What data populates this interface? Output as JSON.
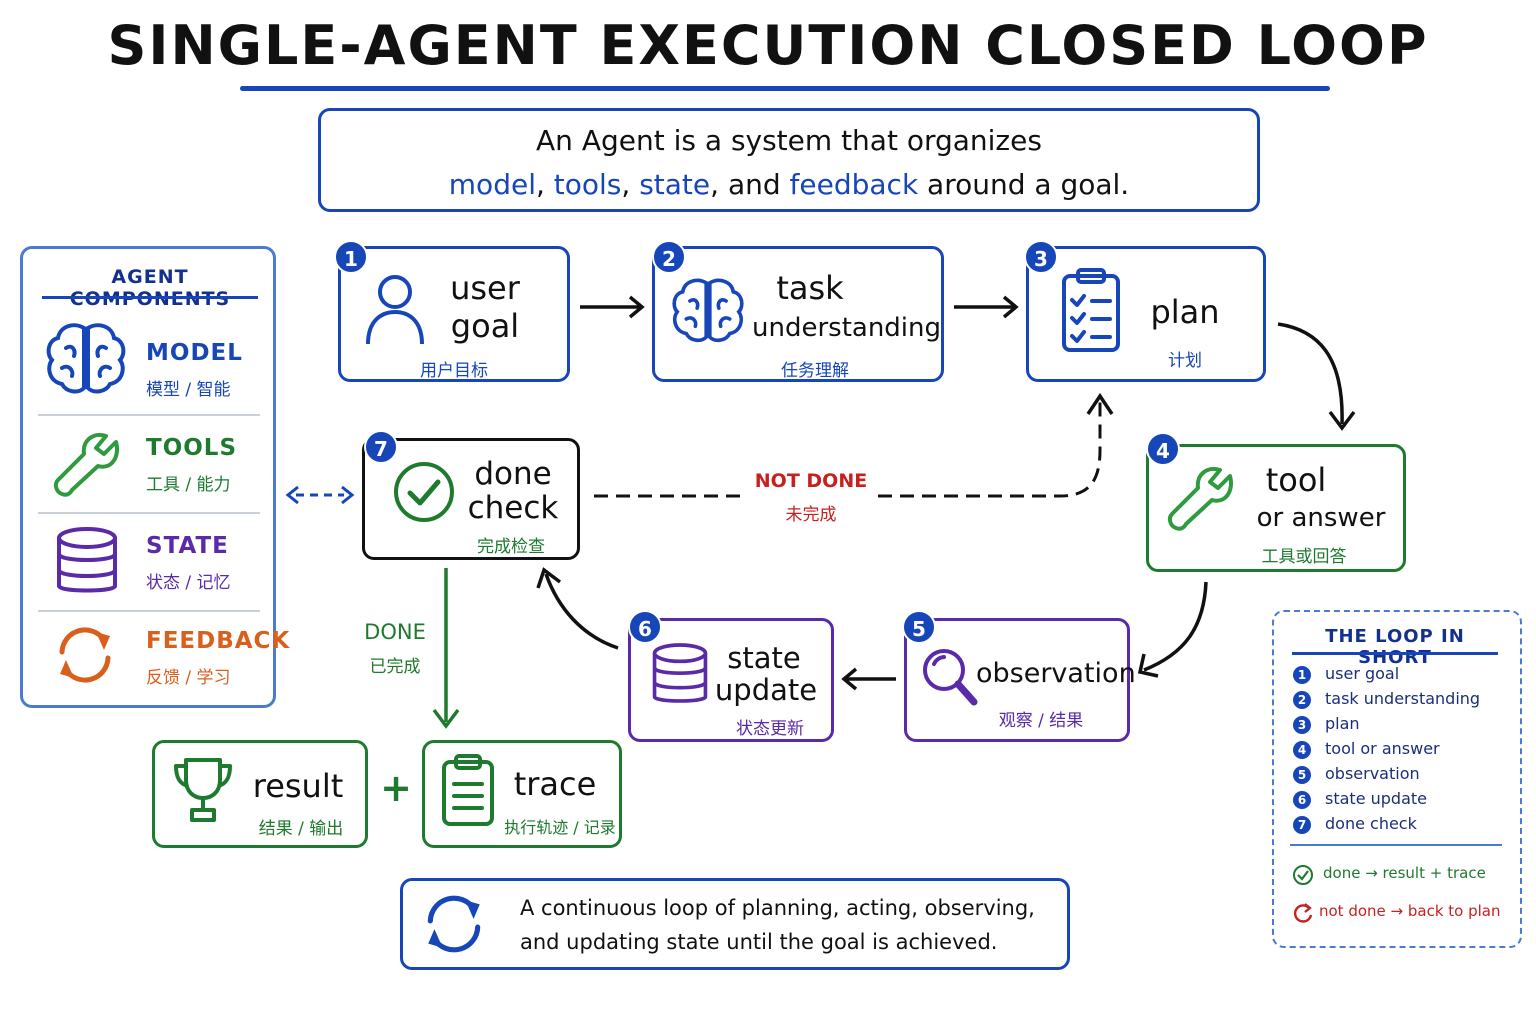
{
  "title": "SINGLE-AGENT EXECUTION CLOSED LOOP",
  "definition": {
    "line1": "An Agent is a system that organizes",
    "kw1": "model",
    "sep1": ", ",
    "kw2": "tools",
    "sep2": ", ",
    "kw3": "state",
    "sep3": ", and ",
    "kw4": "feedback",
    "tail": " around a goal."
  },
  "components": {
    "title": "AGENT COMPONENTS",
    "items": [
      {
        "name": "MODEL",
        "sub": "模型 / 智能",
        "icon": "brain-icon",
        "color": "#1746b8"
      },
      {
        "name": "TOOLS",
        "sub": "工具 / 能力",
        "icon": "wrench-icon",
        "color": "#1e7a2e"
      },
      {
        "name": "STATE",
        "sub": "状态 / 记忆",
        "icon": "database-icon",
        "color": "#5b2aa8"
      },
      {
        "name": "FEEDBACK",
        "sub": "反馈 / 学习",
        "icon": "cycle-icon",
        "color": "#d9601c"
      }
    ]
  },
  "steps": [
    {
      "num": "1",
      "label1": "user",
      "label2": "goal",
      "cn": "用户目标",
      "icon": "user-icon"
    },
    {
      "num": "2",
      "label1": "task",
      "label2": "understanding",
      "cn": "任务理解",
      "icon": "brain-icon"
    },
    {
      "num": "3",
      "label1": "plan",
      "cn": "计划",
      "icon": "checklist-icon"
    },
    {
      "num": "4",
      "label1": "tool",
      "label2": "or answer",
      "cn": "工具或回答",
      "icon": "wrench-icon"
    },
    {
      "num": "5",
      "label1": "observation",
      "cn": "观察 / 结果",
      "icon": "magnifier-icon"
    },
    {
      "num": "6",
      "label1": "state",
      "label2": "update",
      "cn": "状态更新",
      "icon": "database-icon"
    },
    {
      "num": "7",
      "label1": "done",
      "label2": "check",
      "cn": "完成检查",
      "icon": "check-circle-icon"
    }
  ],
  "not_done": {
    "en": "NOT DONE",
    "cn": "未完成"
  },
  "done": {
    "en": "DONE",
    "cn": "已完成"
  },
  "result": {
    "label": "result",
    "cn": "结果 / 输出",
    "icon": "trophy-icon"
  },
  "plus": "+",
  "trace": {
    "label": "trace",
    "cn": "执行轨迹 / 记录",
    "icon": "clipboard-icon"
  },
  "summary": {
    "line1": "A continuous loop of planning, acting, observing,",
    "line2": "and updating state until the goal is achieved."
  },
  "legend": {
    "title": "THE LOOP IN SHORT",
    "items": [
      "user goal",
      "task understanding",
      "plan",
      "tool or answer",
      "observation",
      "state update",
      "done check"
    ],
    "done": "done → result + trace",
    "not_done": "not done → back to plan"
  },
  "colors": {
    "blue": "#1746b8",
    "green": "#1e7a2e",
    "purple": "#5b2aa8",
    "red": "#c81f1f",
    "orange": "#d9601c"
  }
}
